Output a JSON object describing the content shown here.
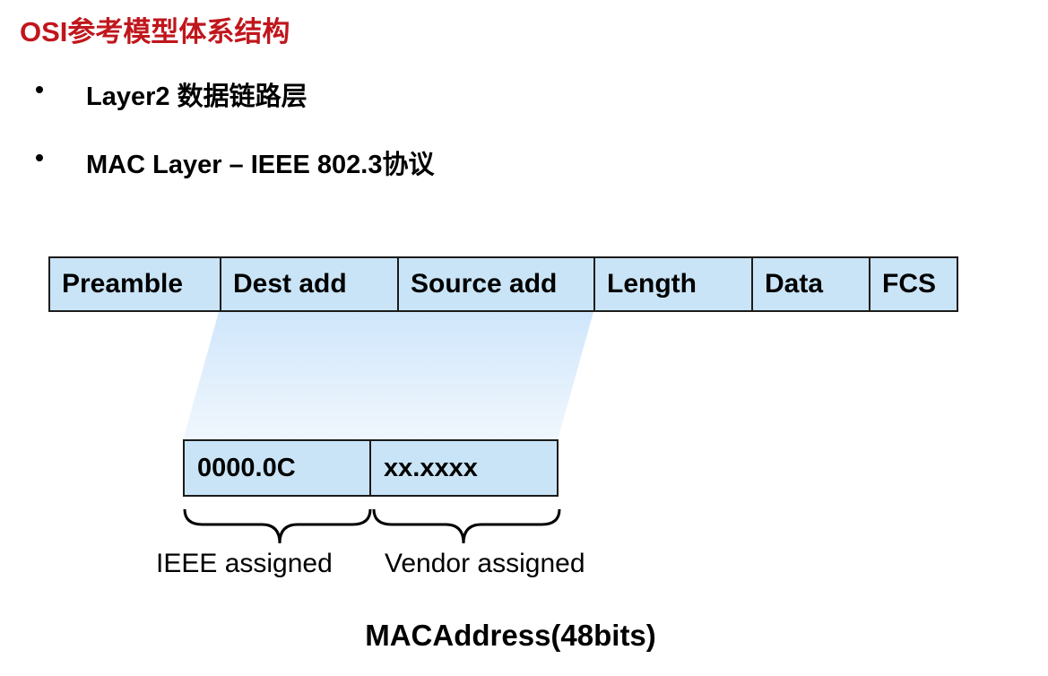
{
  "title": "OSI参考模型体系结构",
  "bullets": [
    "Layer2  数据链路层",
    "MAC Layer – IEEE 802.3协议"
  ],
  "frame_fields": [
    "Preamble",
    "Dest add",
    "Source add",
    "Length",
    "Data",
    "FCS"
  ],
  "mac_fields": [
    "0000.0C",
    "xx.xxxx"
  ],
  "brace_labels": [
    "IEEE assigned",
    "Vendor assigned"
  ],
  "caption": "MACAddress(48bits)",
  "colors": {
    "title": "#c0161c",
    "field_fill": "#c9e4f6",
    "funnel_fill": "#d6eafb",
    "border": "#1b1b1b"
  }
}
